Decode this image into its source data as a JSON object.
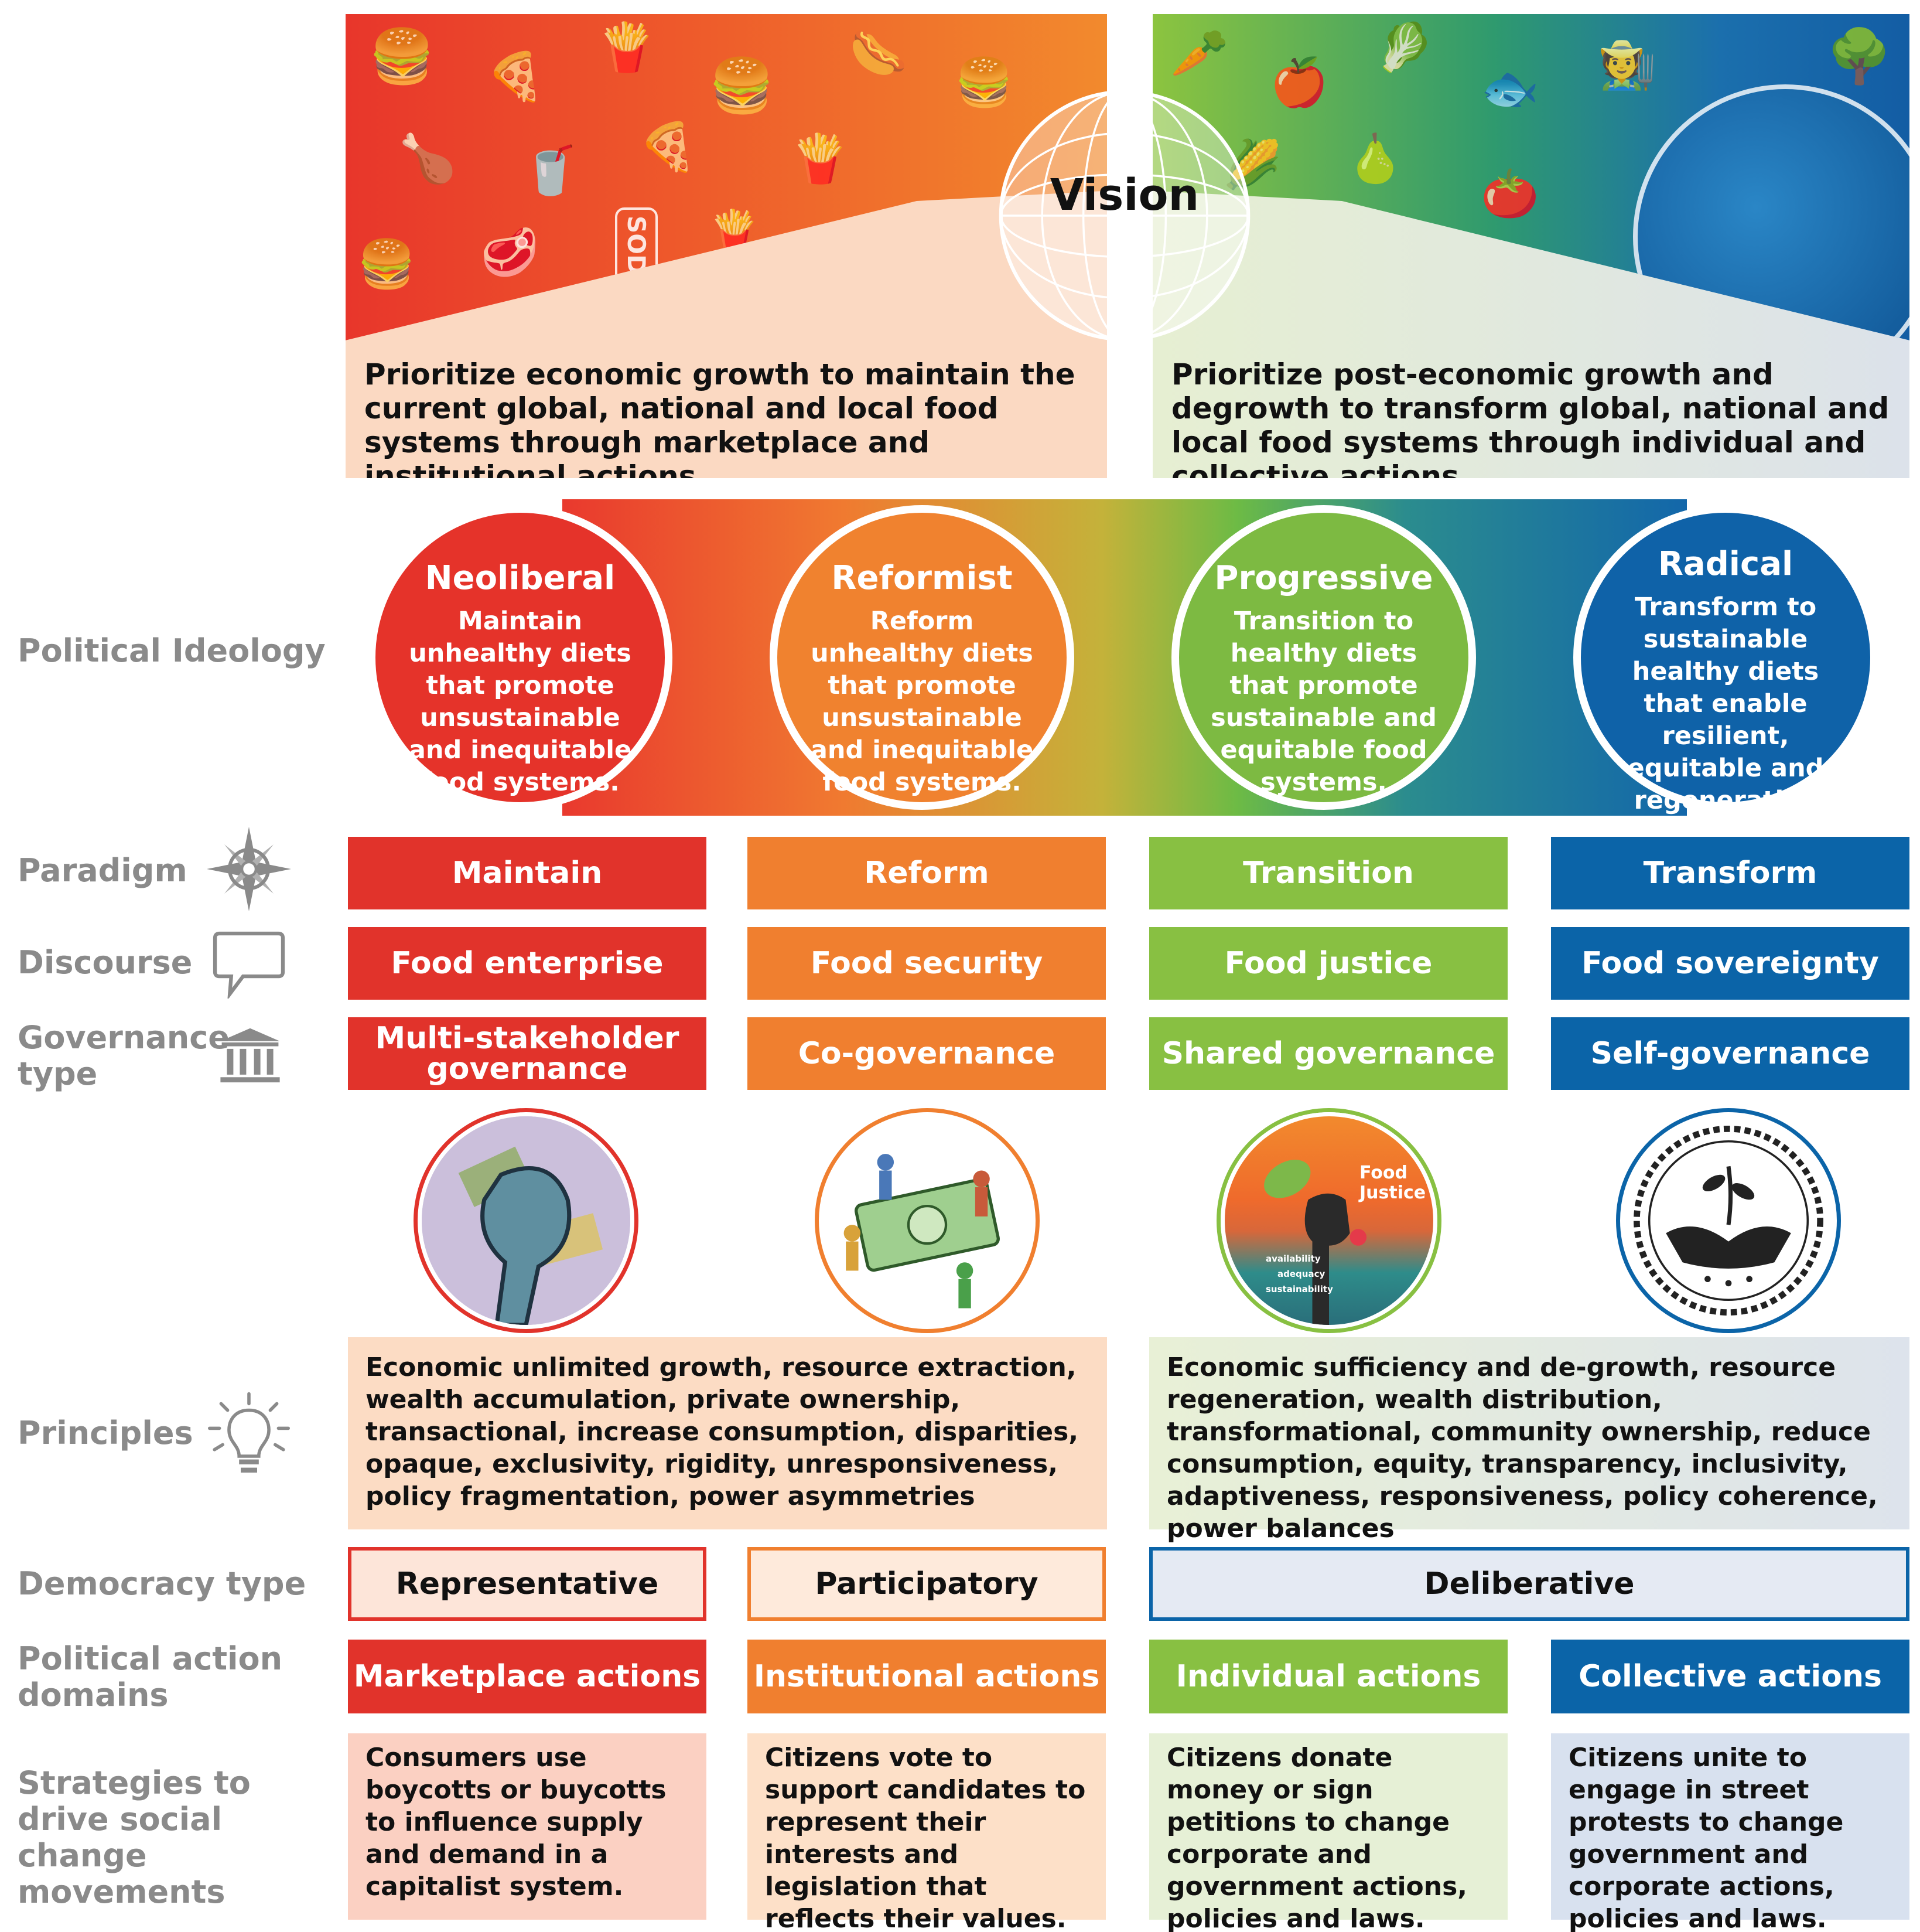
{
  "vision": {
    "title": "Vision",
    "left_text": "Prioritize economic growth to maintain the current global, national and local food systems through marketplace and institutional actions.",
    "right_text": "Prioritize post-economic growth and degrowth to transform global, national and local food systems through individual and collective actions.",
    "soda_label": "SODA"
  },
  "labels": {
    "political_ideology": "Political Ideology",
    "paradigm": "Paradigm",
    "discourse": "Discourse",
    "governance_type": "Governance type",
    "principles": "Principles",
    "democracy_type": "Democracy type",
    "political_action_domains": "Political action domains",
    "strategies": "Strategies to drive social change movements"
  },
  "ideologies": [
    {
      "title": "Neoliberal",
      "desc": "Maintain unhealthy diets that promote unsustainable and inequitable food systems.",
      "color": "#e5332a"
    },
    {
      "title": "Reformist",
      "desc": "Reform unhealthy diets that promote unsustainable and inequitable food systems.",
      "color": "#f0822f"
    },
    {
      "title": "Progressive",
      "desc": "Transition to healthy diets that promote sustainable and equitable food systems.",
      "color": "#7dba42"
    },
    {
      "title": "Radical",
      "desc": "Transform to sustainable healthy diets that enable resilient, equitable and regenerative food systems.",
      "color": "#0f62a8"
    }
  ],
  "paradigm": [
    "Maintain",
    "Reform",
    "Transition",
    "Transform"
  ],
  "discourse": [
    "Food enterprise",
    "Food security",
    "Food justice",
    "Food sovereignty"
  ],
  "governance": [
    "Multi-stakeholder governance",
    "Co-governance",
    "Shared governance",
    "Self-governance"
  ],
  "food_justice_poster": {
    "title": "Food Justice",
    "lines": [
      "availability",
      "adequacy",
      "sustainability"
    ]
  },
  "principles": {
    "left": "Economic unlimited growth, resource extraction, wealth accumulation, private ownership, transactional, increase consumption, disparities, opaque, exclusivity, rigidity, unresponsiveness, policy fragmentation, power asymmetries",
    "right": "Economic sufficiency and de-growth, resource regeneration, wealth distribution, transformational, community ownership, reduce consumption, equity, transparency, inclusivity, adaptiveness, responsiveness, policy coherence, power balances"
  },
  "democracy": [
    "Representative",
    "Participatory",
    "Deliberative"
  ],
  "action_domains": [
    "Marketplace actions",
    "Institutional actions",
    "Individual actions",
    "Collective actions"
  ],
  "strategies": [
    "Consumers use boycotts or buycotts to influence supply and demand in a capitalist system.",
    "Citizens vote to support candidates to represent their interests and legislation that reflects their values.",
    "Citizens donate money or sign petitions to change corporate and government actions, policies and laws.",
    "Citizens unite to engage in street protests to change government and corporate actions, policies and laws."
  ],
  "colors": {
    "red": "#e1332b",
    "orange": "#f07f2f",
    "green": "#88c042",
    "blue": "#0b64a8",
    "label_gray": "#8a8a8a"
  },
  "icons": [
    "compass-rose-icon",
    "speech-bubble-icon",
    "government-building-icon",
    "lightbulb-icon",
    "globe-icon"
  ]
}
